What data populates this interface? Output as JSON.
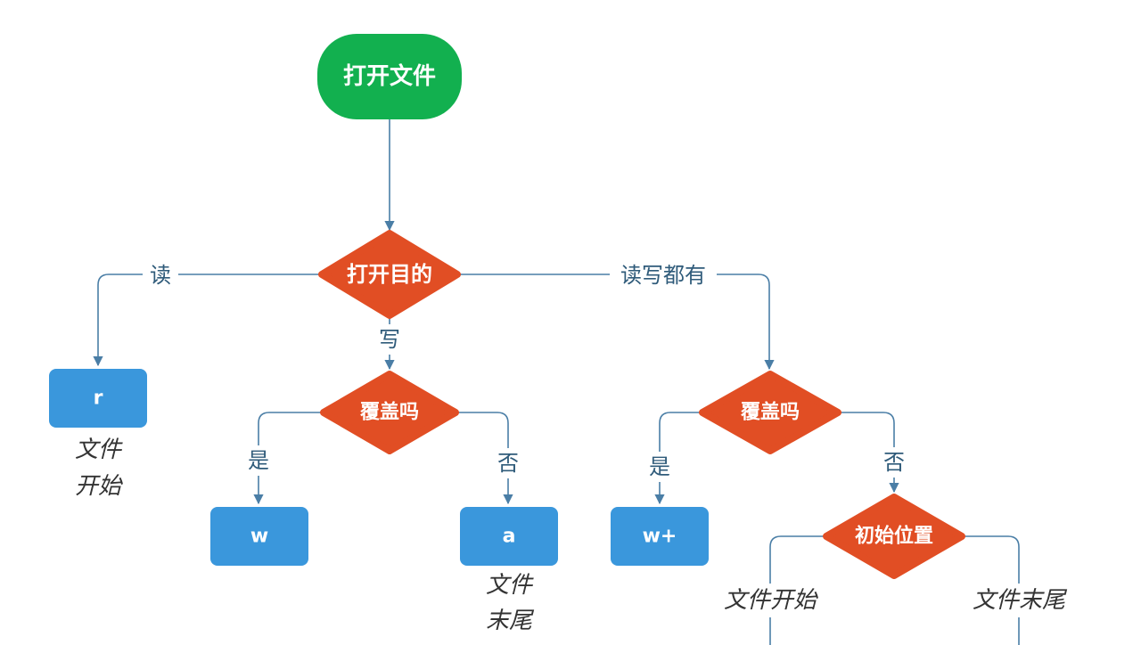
{
  "colors": {
    "start": "#12b04f",
    "decision": "#e14e24",
    "result": "#3a97dc",
    "edge": "#4a7ea6",
    "edge_label": "#2f5b7a",
    "note": "#333333"
  },
  "nodes": {
    "start": "打开文件",
    "purpose": "打开目的",
    "overwrite_write": "覆盖吗",
    "overwrite_readwrite": "覆盖吗",
    "initial_position": "初始位置",
    "mode_r": "r",
    "mode_w": "w",
    "mode_a": "a",
    "mode_w_plus": "w+"
  },
  "edges": {
    "read": "读",
    "write": "写",
    "read_write": "读写都有",
    "yes_write": "是",
    "no_write": "否",
    "yes_readwrite": "是",
    "no_readwrite": "否",
    "pos_start": "文件开始",
    "pos_end": "文件末尾"
  },
  "notes": {
    "r_line1": "文件",
    "r_line2": "开始",
    "a_line1": "文件",
    "a_line2": "末尾"
  }
}
